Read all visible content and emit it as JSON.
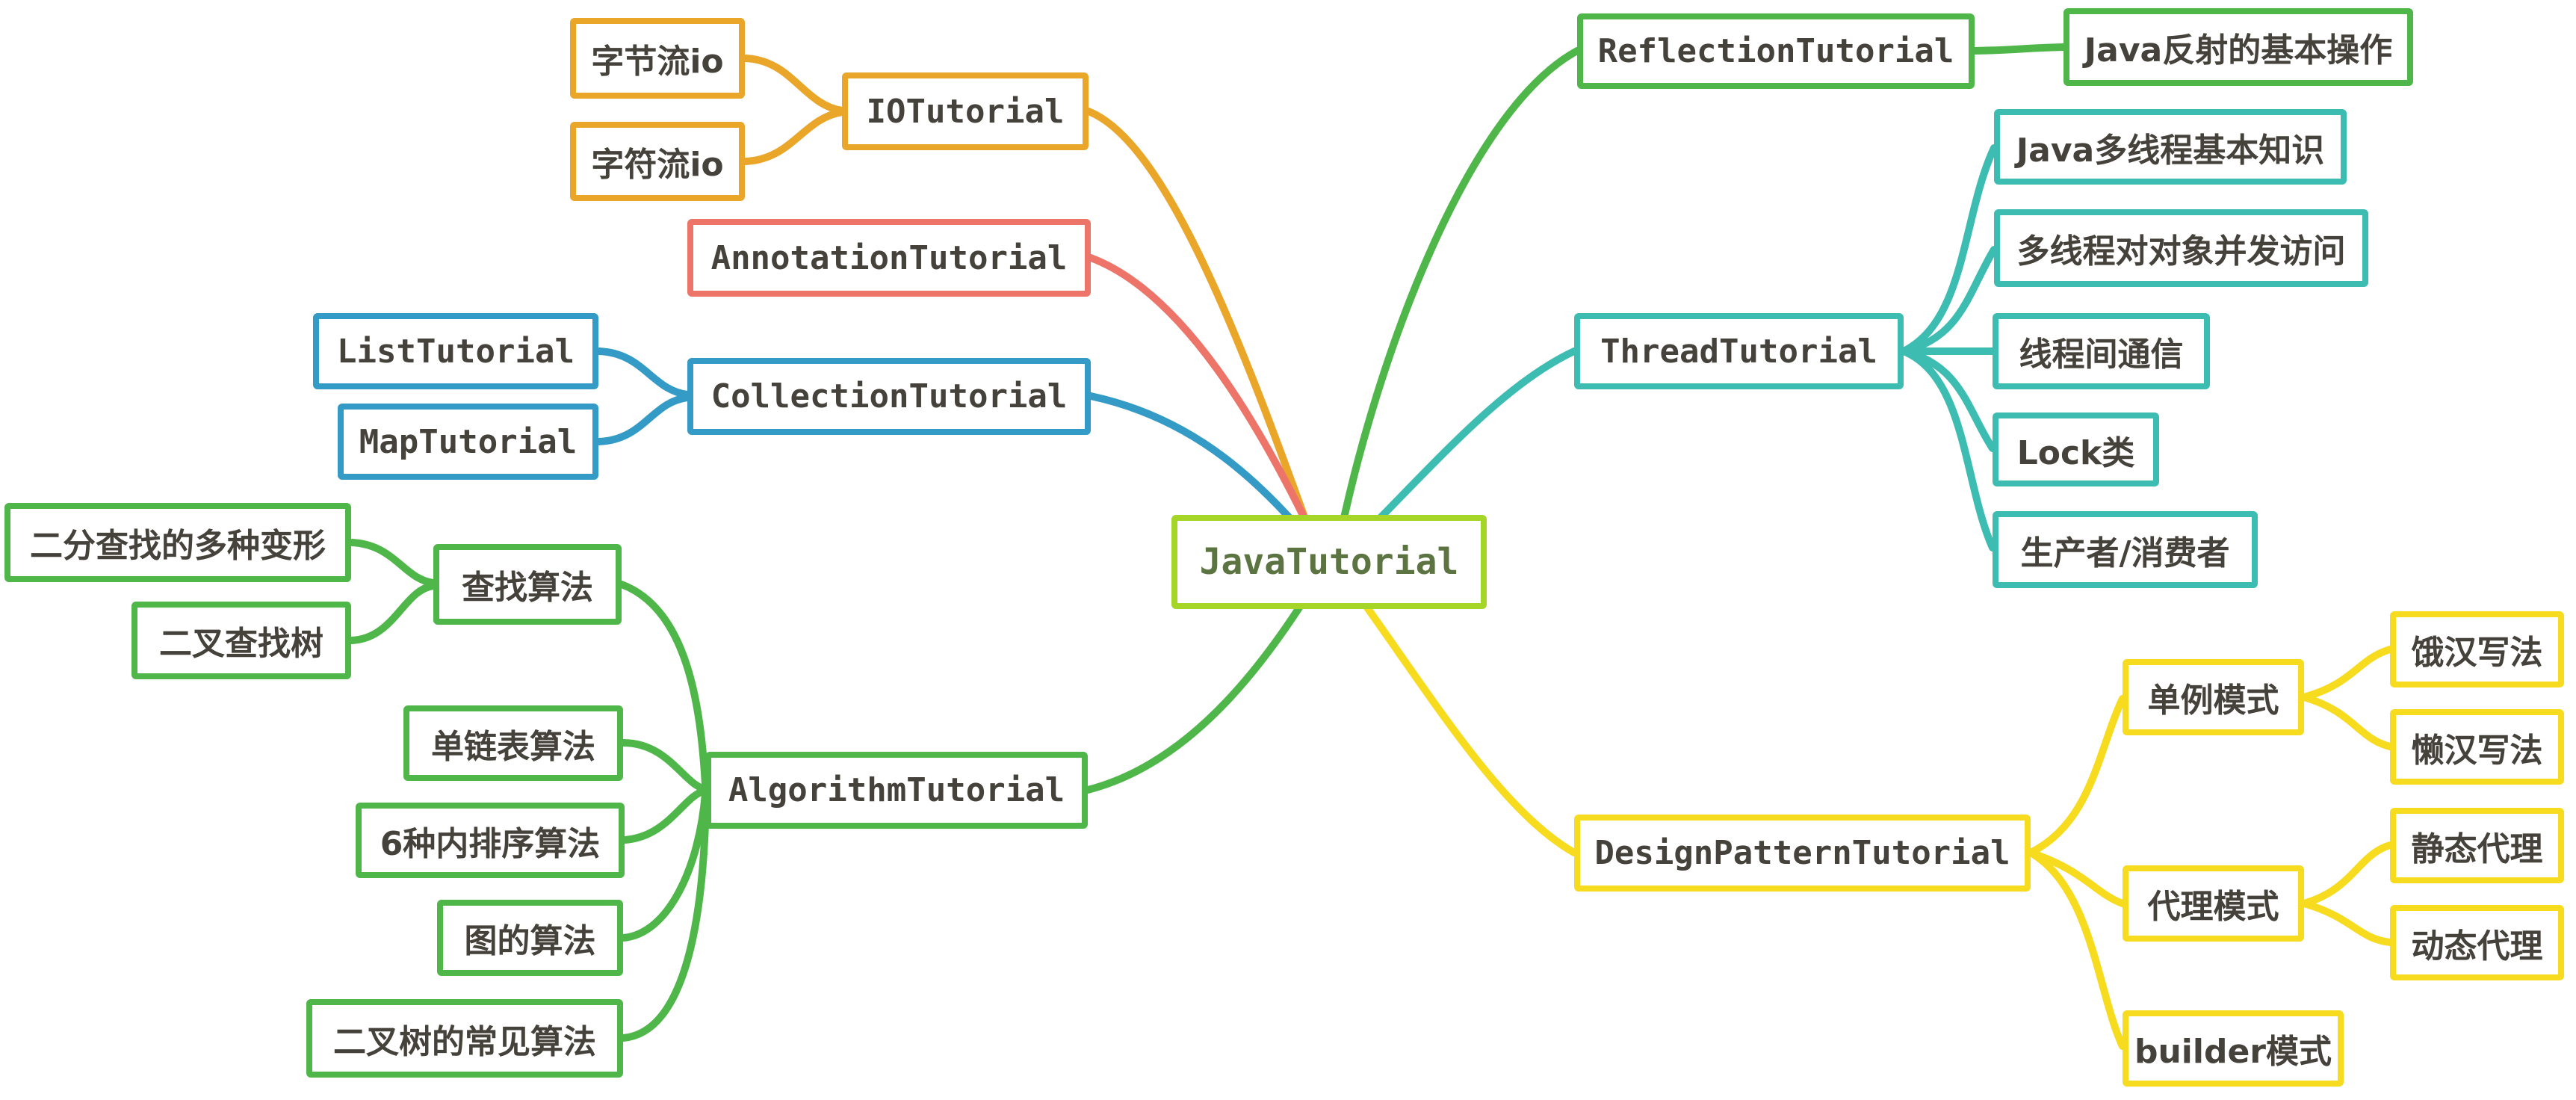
{
  "diagram_type": "mindmap",
  "colors": {
    "background": "#FFFFFF",
    "root_border": "#A5D627",
    "root_text": "#5C7342",
    "node_text": "#45413B",
    "io_branch": "#EAA628",
    "annotation_branch": "#ED7469",
    "collection_branch": "#339BC5",
    "algorithm_branch": "#4FB749",
    "reflection_branch": "#4FB749",
    "thread_branch": "#3DBDB2",
    "design_pattern_branch": "#F7DB1E"
  },
  "tree": {
    "label": "JavaTutorial",
    "children": [
      {
        "label": "IOTutorial",
        "color": "#EAA628",
        "children": [
          {
            "label": "字节流io"
          },
          {
            "label": "字符流io"
          }
        ]
      },
      {
        "label": "AnnotationTutorial",
        "color": "#ED7469",
        "children": []
      },
      {
        "label": "CollectionTutorial",
        "color": "#339BC5",
        "children": [
          {
            "label": "ListTutorial"
          },
          {
            "label": "MapTutorial"
          }
        ]
      },
      {
        "label": "AlgorithmTutorial",
        "color": "#4FB749",
        "children": [
          {
            "label": "查找算法",
            "children": [
              {
                "label": "二分查找的多种变形"
              },
              {
                "label": "二叉查找树"
              }
            ]
          },
          {
            "label": "单链表算法"
          },
          {
            "label": "6种内排序算法"
          },
          {
            "label": "图的算法"
          },
          {
            "label": "二叉树的常见算法"
          }
        ]
      },
      {
        "label": "ReflectionTutorial",
        "color": "#4FB749",
        "children": [
          {
            "label": "Java反射的基本操作"
          }
        ]
      },
      {
        "label": "ThreadTutorial",
        "color": "#3DBDB2",
        "children": [
          {
            "label": "Java多线程基本知识"
          },
          {
            "label": "多线程对对象并发访问"
          },
          {
            "label": "线程间通信"
          },
          {
            "label": "Lock类"
          },
          {
            "label": "生产者/消费者"
          }
        ]
      },
      {
        "label": "DesignPatternTutorial",
        "color": "#F7DB1E",
        "children": [
          {
            "label": "单例模式",
            "children": [
              {
                "label": "饿汉写法"
              },
              {
                "label": "懒汉写法"
              }
            ]
          },
          {
            "label": "代理模式",
            "children": [
              {
                "label": "静态代理"
              },
              {
                "label": "动态代理"
              }
            ]
          },
          {
            "label": "builder模式"
          }
        ]
      }
    ]
  }
}
